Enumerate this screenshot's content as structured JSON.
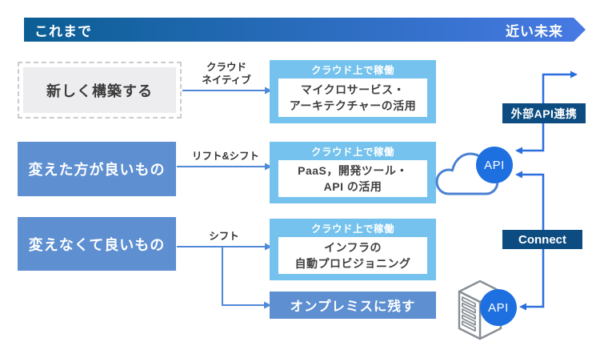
{
  "header": {
    "left_label": "これまで",
    "right_label": "近い未来"
  },
  "colors": {
    "header_gradient_start": "#0b5e94",
    "header_gradient_end": "#4679e2",
    "source_box_blue": "#5d8fd1",
    "cloud_box_light_blue": "#74c2ed",
    "badge_dark_blue": "#0d4c80",
    "api_circle_blue": "#1e70e0",
    "connector_blue": "#5288d8",
    "rail_blue": "#2c6ede"
  },
  "rows": [
    {
      "source": "新しく構築する",
      "arrow_label": "クラウド\nネイティブ",
      "target_header": "クラウド上で稼働",
      "target_body": "マイクロサービス・\nアーキテクチャーの活用"
    },
    {
      "source": "変えた方が良いもの",
      "arrow_label": "リフト&シフト",
      "target_header": "クラウド上で稼働",
      "target_body": "PaaS，開発ツール・\nAPI の活用"
    },
    {
      "source": "変えなくて良いもの",
      "arrow_label": "シフト",
      "target_header": "クラウド上で稼働",
      "target_body": "インフラの\n自動プロビジョニング"
    }
  ],
  "on_premise_box": {
    "label": "オンプレミスに残す"
  },
  "right_rail": {
    "external_api_badge": "外部API連携",
    "connect_badge": "Connect",
    "cloud_api_label": "API",
    "server_api_label": "API",
    "cloud_icon": "cloud-icon",
    "server_icon": "server-icon"
  }
}
